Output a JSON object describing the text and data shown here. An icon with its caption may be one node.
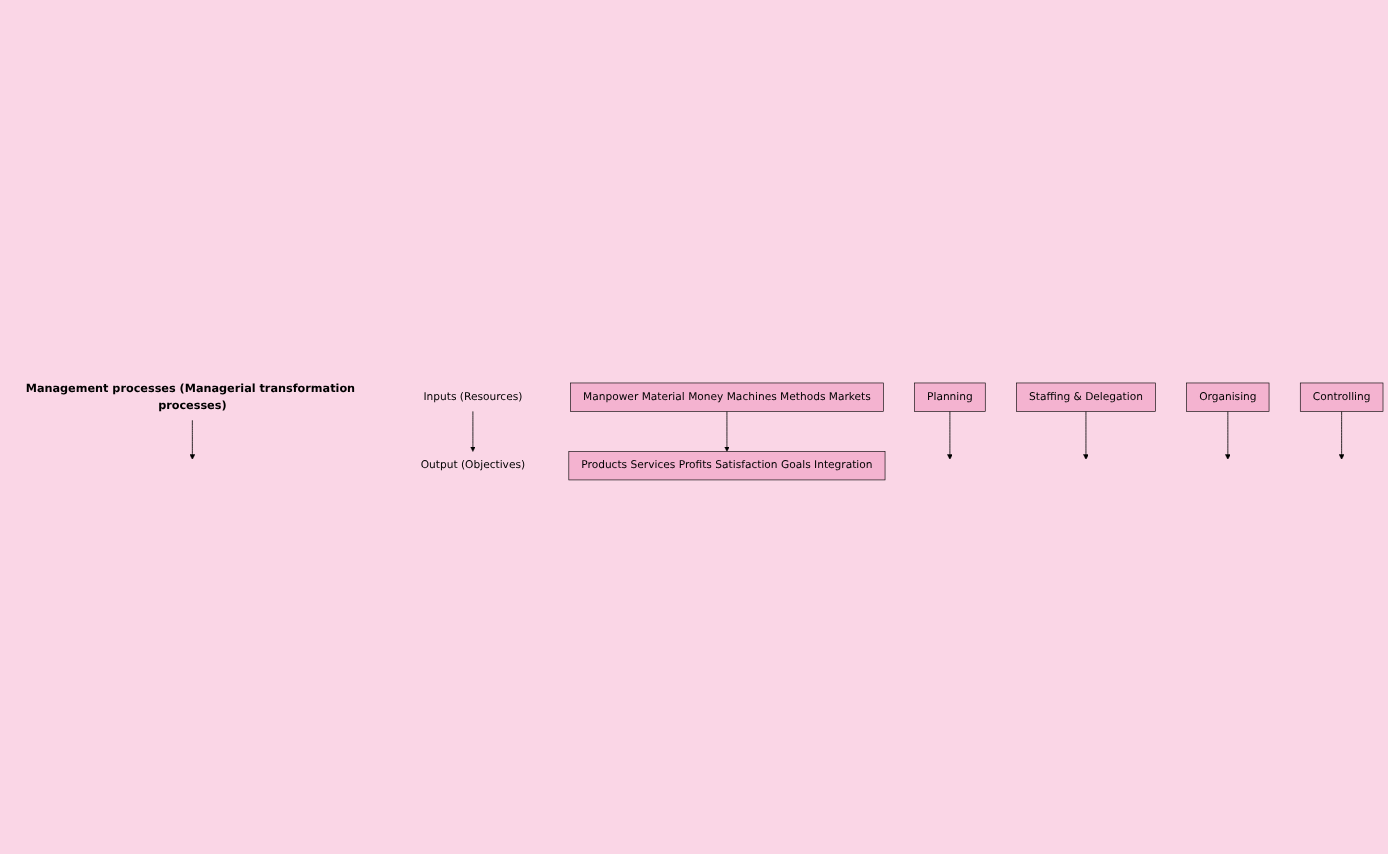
{
  "diagram": {
    "nodes": [
      {
        "text": [
          "Management processes (Managerial transformation processes)"
        ]
      },
      {
        "text": [
          "Inputs (Resources)"
        ]
      },
      {
        "text": [
          "Output (Objectives)"
        ]
      },
      {
        "text": [
          "Manpower Material Money Machines Methods Markets"
        ]
      },
      {
        "text": [
          "Planning"
        ]
      },
      {
        "text": [
          "Staffing & Delegation"
        ]
      },
      {
        "text": [
          "Organising"
        ]
      },
      {
        "text": [
          "Controlling"
        ]
      },
      {
        "text": [
          "Products Services Profits Satisfaction Goals Integration"
        ]
      }
    ],
    "edges": [
      {
        "from": 0,
        "to": null,
        "arrow": "to"
      },
      {
        "from": 1,
        "to": 2,
        "arrow": "to"
      },
      {
        "from": 3,
        "to": 8,
        "arrow": "to"
      },
      {
        "from": 4,
        "to": null,
        "arrow": "to"
      },
      {
        "from": 5,
        "to": null,
        "arrow": "to"
      },
      {
        "from": 6,
        "to": null,
        "arrow": "to"
      },
      {
        "from": 7,
        "to": null,
        "arrow": "to"
      }
    ]
  }
}
